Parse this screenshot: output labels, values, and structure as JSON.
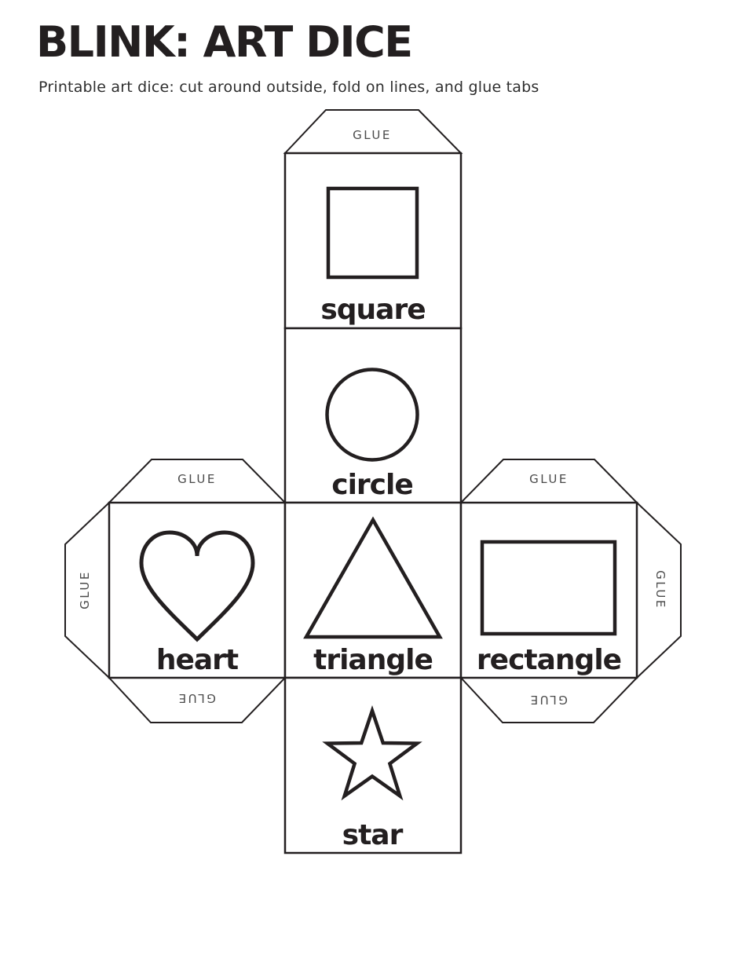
{
  "header": {
    "title": "BLINK: ART DICE",
    "subtitle": "Printable art dice: cut around outside, fold on lines, and glue tabs"
  },
  "dice": {
    "faces": [
      {
        "shape": "square",
        "label": "square"
      },
      {
        "shape": "circle",
        "label": "circle"
      },
      {
        "shape": "heart",
        "label": "heart"
      },
      {
        "shape": "triangle",
        "label": "triangle"
      },
      {
        "shape": "rectangle",
        "label": "rectangle"
      },
      {
        "shape": "star",
        "label": "star"
      }
    ],
    "tabs": [
      {
        "position": "top-of-square-face",
        "label": "GLUE"
      },
      {
        "position": "top-of-heart-face",
        "label": "GLUE"
      },
      {
        "position": "top-of-rectangle-face",
        "label": "GLUE"
      },
      {
        "position": "left-of-heart-face",
        "label": "GLUE"
      },
      {
        "position": "right-of-rectangle-face",
        "label": "GLUE"
      },
      {
        "position": "bottom-of-heart-face",
        "label": "GLUE"
      },
      {
        "position": "bottom-of-rectangle-face",
        "label": "GLUE"
      }
    ]
  },
  "colors": {
    "ink": "#231f20",
    "glue_text": "#4a4a4a",
    "background": "#ffffff"
  }
}
